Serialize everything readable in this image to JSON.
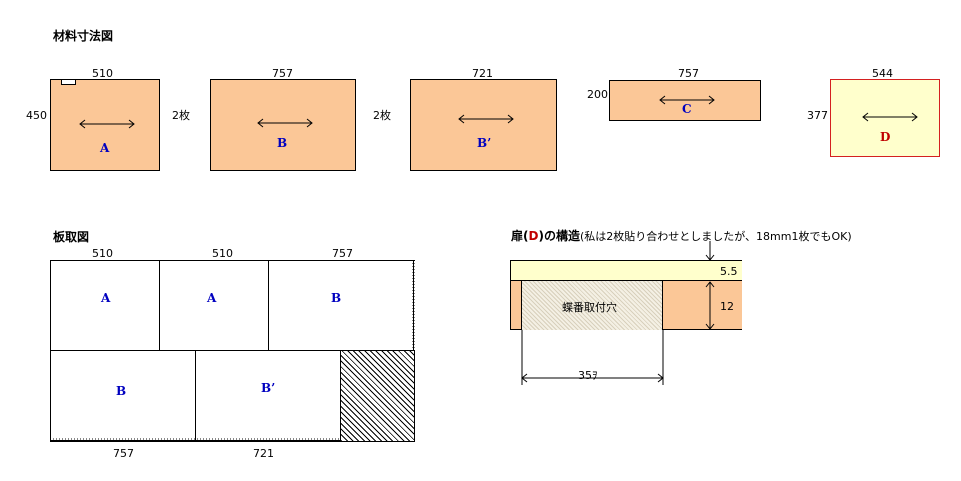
{
  "section1_title": "材料寸法図",
  "panels": {
    "a": {
      "width": "510",
      "height": "450",
      "label": "A",
      "qty": "2枚"
    },
    "b": {
      "width": "757",
      "label": "B",
      "qty": "2枚"
    },
    "b2": {
      "width": "721",
      "label": "B’"
    },
    "c": {
      "width": "757",
      "height": "200",
      "label": "C"
    },
    "d": {
      "width": "544",
      "height": "377",
      "label": "D"
    }
  },
  "section2_title": "板取図",
  "cut_layout": {
    "top_widths": [
      "510",
      "510",
      "757"
    ],
    "bottom_widths": [
      "757",
      "721"
    ],
    "top_labels": [
      "A",
      "A",
      "B"
    ],
    "bottom_labels": [
      "B",
      "B’"
    ]
  },
  "door_section": {
    "title_prefix": "扉(",
    "title_letter": "D",
    "title_suffix": ")の構造",
    "title_note": "(私は2枚貼り合わせとしましたが、18mm1枚でもOK)",
    "top_thickness": "5.5",
    "bottom_thickness": "12",
    "hole_label": "蝶番取付穴",
    "hole_diameter": "35ｦ"
  },
  "colors": {
    "panel_orange": "#fbc797",
    "panel_cream": "#ffffcc",
    "label_blue": "#0000c0",
    "label_red": "#c00000",
    "d_border": "#d42020"
  }
}
